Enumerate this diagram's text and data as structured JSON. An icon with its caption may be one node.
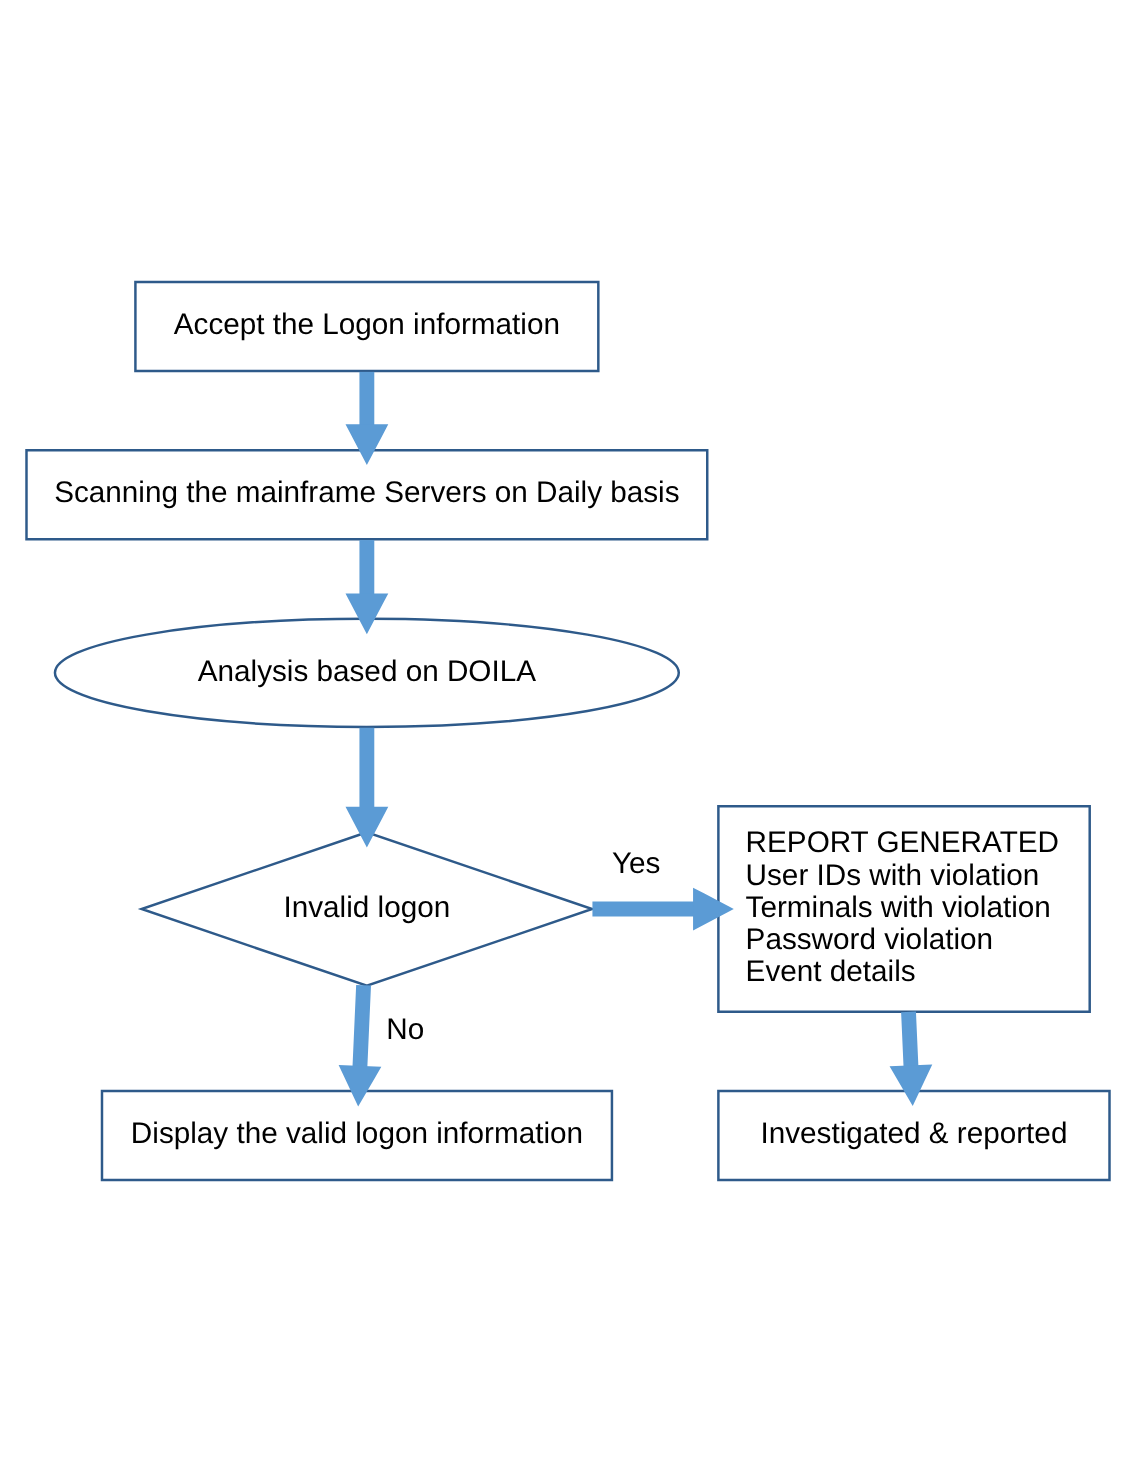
{
  "diagram": {
    "nodes": [
      {
        "text": [
          "Accept the Logon information"
        ]
      },
      {
        "text": [
          "Scanning the mainframe Servers on Daily basis"
        ]
      },
      {
        "text": [
          "Analysis based on DOILA"
        ]
      },
      {
        "text": [
          "Invalid logon"
        ]
      },
      {
        "text": [
          "REPORT GENERATED",
          "User IDs with violation",
          "Terminals with violation",
          "Password violation",
          "Event details"
        ]
      },
      {
        "text": [
          "Display the valid logon information"
        ]
      },
      {
        "text": [
          "Investigated & reported"
        ]
      }
    ],
    "edges": [
      {
        "from": 0,
        "to": 1,
        "arrow": "to"
      },
      {
        "from": 1,
        "to": 2,
        "arrow": "to"
      },
      {
        "from": 2,
        "to": 3,
        "arrow": "to"
      },
      {
        "from": 3,
        "to": 4,
        "arrow": "to",
        "label": "Yes"
      },
      {
        "from": 3,
        "to": 5,
        "arrow": "to",
        "label": "No"
      },
      {
        "from": 4,
        "to": 6,
        "arrow": "to"
      }
    ]
  }
}
